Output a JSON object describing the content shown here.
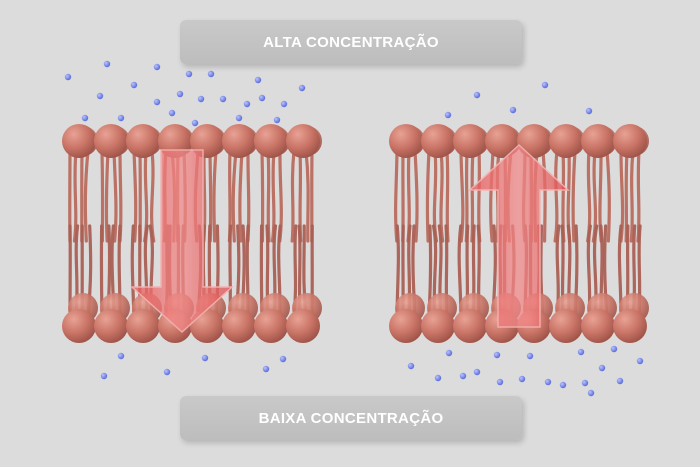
{
  "labels": {
    "high_concentration": "ALTA CONCENTRAÇÃO",
    "low_concentration": "BAIXA CONCENTRAÇÃO"
  },
  "membranes": [
    {
      "id": "left",
      "arrow_direction": "down"
    },
    {
      "id": "right",
      "arrow_direction": "up"
    }
  ],
  "colors": {
    "background": "#dcdcdc",
    "banner": "#c4c4c4",
    "banner_text": "#ffffff",
    "lipid_head": "#c97466",
    "lipid_tail": "#b86a5d",
    "arrow": "#e55a5a",
    "particle": "#6e7fe6"
  },
  "icons": {
    "particle": "solute-particle-icon",
    "arrow_down": "arrow-down-icon",
    "arrow_up": "arrow-up-icon"
  }
}
